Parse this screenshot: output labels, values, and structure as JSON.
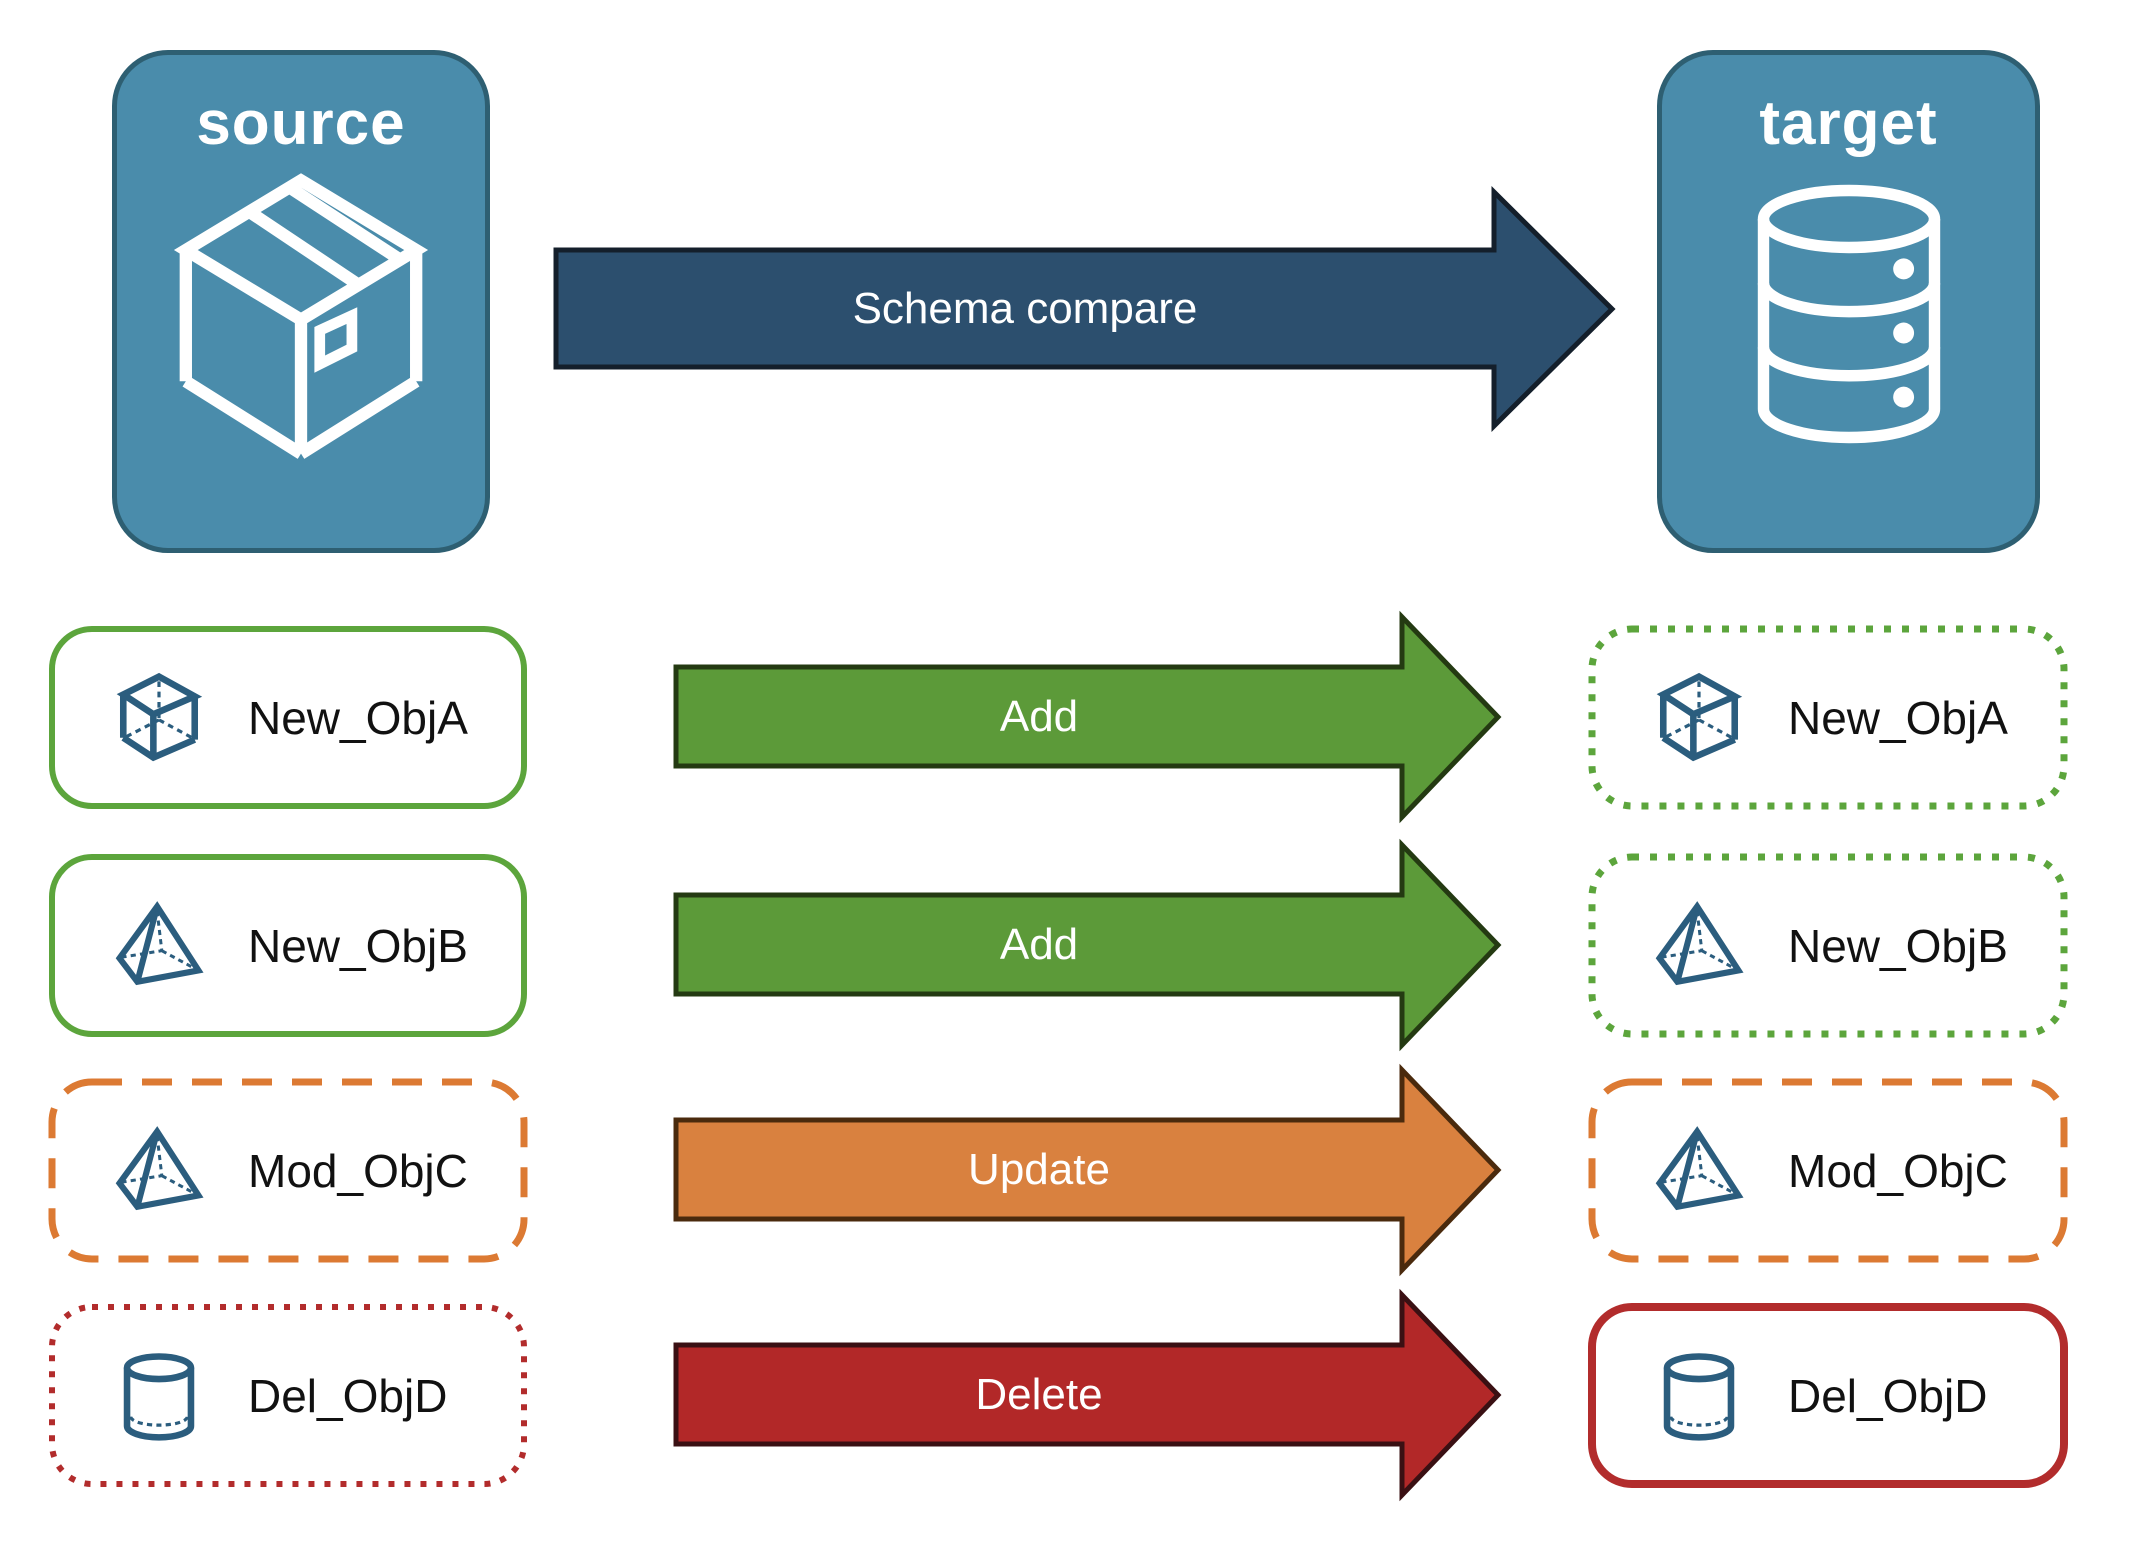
{
  "diagram_title": "schema-compare-flow",
  "nodes": {
    "source": {
      "label": "source",
      "icon": "package-box-icon"
    },
    "target": {
      "label": "target",
      "icon": "database-icon"
    }
  },
  "compare_arrow": {
    "label": "Schema compare",
    "direction": "left-to-right"
  },
  "rows": [
    {
      "object": "New_ObjA",
      "icon": "cube-icon",
      "action": "Add",
      "source_border": "solid-green",
      "target_border": "dotted-green"
    },
    {
      "object": "New_ObjB",
      "icon": "pyramid-icon",
      "action": "Add",
      "source_border": "solid-green",
      "target_border": "dotted-green"
    },
    {
      "object": "Mod_ObjC",
      "icon": "pyramid-icon",
      "action": "Update",
      "source_border": "dashed-orange",
      "target_border": "dashed-orange"
    },
    {
      "object": "Del_ObjD",
      "icon": "cylinder-icon",
      "action": "Delete",
      "source_border": "dotted-red",
      "target_border": "solid-red"
    }
  ],
  "colors": {
    "node-blue": "#4A8CAB",
    "node-blue-border": "#2E5F72",
    "icon-blue": "#2B5D7E",
    "navy": "#2C4F6E",
    "navy-border": "#141F2B",
    "green": "#5CA53C",
    "green-arrow": "#5C9A39",
    "green-arrow-border": "#243A12",
    "orange": "#DC7A33",
    "orange-arrow": "#D9813F",
    "orange-arrow-border": "#4A2A0D",
    "red": "#B22C2C",
    "red-arrow": "#B22828",
    "red-arrow-border": "#3A1013",
    "label-black": "#111111"
  }
}
